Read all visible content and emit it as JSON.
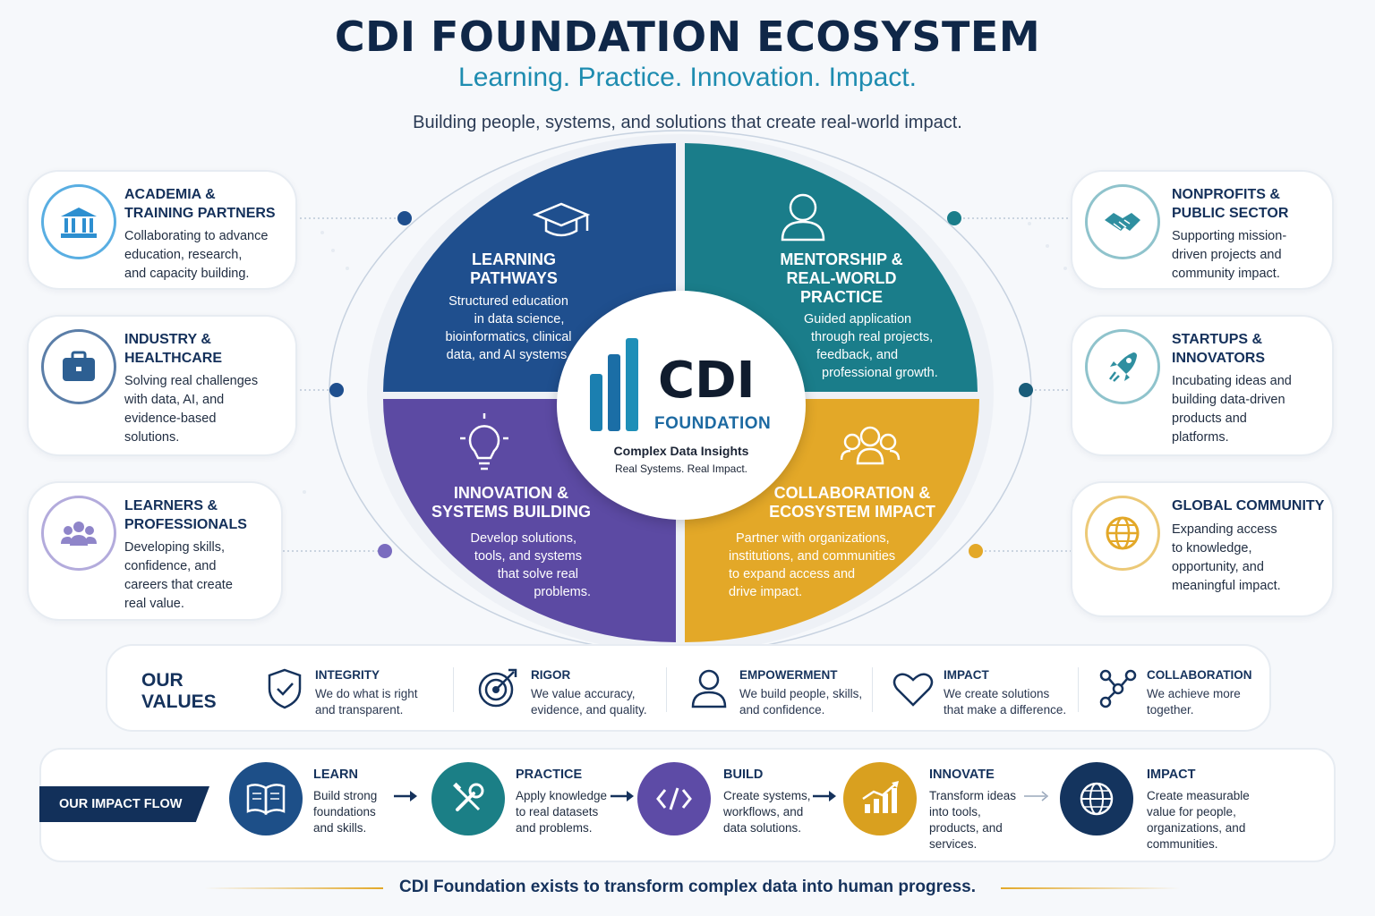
{
  "header": {
    "title": "CDI FOUNDATION ECOSYSTEM",
    "tagline": "Learning. Practice. Innovation. Impact.",
    "intro": "Building people, systems, and solutions that create real-world impact."
  },
  "center": {
    "logo_main": "CDI",
    "logo_sub": "FOUNDATION",
    "insight": "Complex Data Insights",
    "motto": "Real Systems. Real Impact."
  },
  "quadrants": {
    "learning": {
      "title_1": "LEARNING",
      "title_2": "PATHWAYS",
      "desc": [
        "Structured education",
        "in data science,",
        "bioinformatics, clinical",
        "data, and AI systems."
      ],
      "icon": "graduation-cap-icon",
      "color": "#1f4f8e"
    },
    "mentorship": {
      "title_1": "MENTORSHIP &",
      "title_2": "REAL-WORLD",
      "title_3": "PRACTICE",
      "desc": [
        "Guided application",
        "through real projects,",
        "feedback, and",
        "professional growth."
      ],
      "icon": "person-icon",
      "color": "#1a7d8a"
    },
    "innovation": {
      "title_1": "INNOVATION &",
      "title_2": "SYSTEMS BUILDING",
      "desc": [
        "Develop solutions,",
        "tools, and systems",
        "that solve real",
        "problems."
      ],
      "icon": "lightbulb-icon",
      "color": "#5c4aa3"
    },
    "collaboration": {
      "title_1": "COLLABORATION &",
      "title_2": "ECOSYSTEM IMPACT",
      "desc": [
        "Partner with organizations,",
        "institutions, and communities",
        "to expand access and",
        "drive impact."
      ],
      "icon": "group-icon",
      "color": "#e3a828"
    }
  },
  "left_cards": [
    {
      "title_1": "ACADEMIA &",
      "title_2": "TRAINING PARTNERS",
      "desc": [
        "Collaborating to advance",
        "education, research,",
        "and capacity building."
      ],
      "icon": "institution-icon",
      "color": "#2d8fd0"
    },
    {
      "title_1": "INDUSTRY &",
      "title_2": "HEALTHCARE",
      "desc": [
        "Solving real challenges",
        "with data, AI, and",
        "evidence-based",
        "solutions."
      ],
      "icon": "briefcase-icon",
      "color": "#2d5f92"
    },
    {
      "title_1": "LEARNERS &",
      "title_2": "PROFESSIONALS",
      "desc": [
        "Developing skills,",
        "confidence, and",
        "careers that create",
        "real value."
      ],
      "icon": "people-icon",
      "color": "#8f85c9"
    }
  ],
  "right_cards": [
    {
      "title_1": "NONPROFITS &",
      "title_2": "PUBLIC SECTOR",
      "desc": [
        "Supporting mission-",
        "driven projects and",
        "community impact."
      ],
      "icon": "handshake-icon",
      "color": "#2f8fa0"
    },
    {
      "title_1": "STARTUPS &",
      "title_2": "INNOVATORS",
      "desc": [
        "Incubating ideas and",
        "building data-driven",
        "products and",
        "platforms."
      ],
      "icon": "rocket-icon",
      "color": "#2f8fa0"
    },
    {
      "title_1": "GLOBAL COMMUNITY",
      "title_2": "",
      "desc": [
        "Expanding access",
        "to knowledge,",
        "opportunity, and",
        "meaningful impact."
      ],
      "icon": "globe-icon",
      "color": "#e3a828"
    }
  ],
  "values": {
    "heading_1": "OUR",
    "heading_2": "VALUES",
    "items": [
      {
        "title": "INTEGRITY",
        "desc": [
          "We do what is right",
          "and transparent."
        ],
        "icon": "shield-check-icon"
      },
      {
        "title": "RIGOR",
        "desc": [
          "We value accuracy,",
          "evidence, and quality."
        ],
        "icon": "target-icon"
      },
      {
        "title": "EMPOWERMENT",
        "desc": [
          "We build people, skills,",
          "and confidence."
        ],
        "icon": "person-icon"
      },
      {
        "title": "IMPACT",
        "desc": [
          "We create solutions",
          "that make a difference."
        ],
        "icon": "heart-icon"
      },
      {
        "title": "COLLABORATION",
        "desc": [
          "We achieve more",
          "together."
        ],
        "icon": "network-icon"
      }
    ]
  },
  "flow": {
    "label": "OUR IMPACT FLOW",
    "steps": [
      {
        "title": "LEARN",
        "desc": [
          "Build strong",
          "foundations",
          "and skills."
        ],
        "icon": "book-icon",
        "color": "#1d4f88"
      },
      {
        "title": "PRACTICE",
        "desc": [
          "Apply knowledge",
          "to real datasets",
          "and problems."
        ],
        "icon": "tools-icon",
        "color": "#1b7f86"
      },
      {
        "title": "BUILD",
        "desc": [
          "Create systems,",
          "workflows, and",
          "data solutions."
        ],
        "icon": "code-icon",
        "color": "#5d4ba6"
      },
      {
        "title": "INNOVATE",
        "desc": [
          "Transform ideas",
          "into tools,",
          "products, and",
          "services."
        ],
        "icon": "growth-chart-icon",
        "color": "#d9a01f"
      },
      {
        "title": "IMPACT",
        "desc": [
          "Create measurable",
          "value for people,",
          "organizations, and",
          "communities."
        ],
        "icon": "globe-icon",
        "color": "#14345e"
      }
    ]
  },
  "footer": "CDI Foundation exists to transform complex data into human progress."
}
